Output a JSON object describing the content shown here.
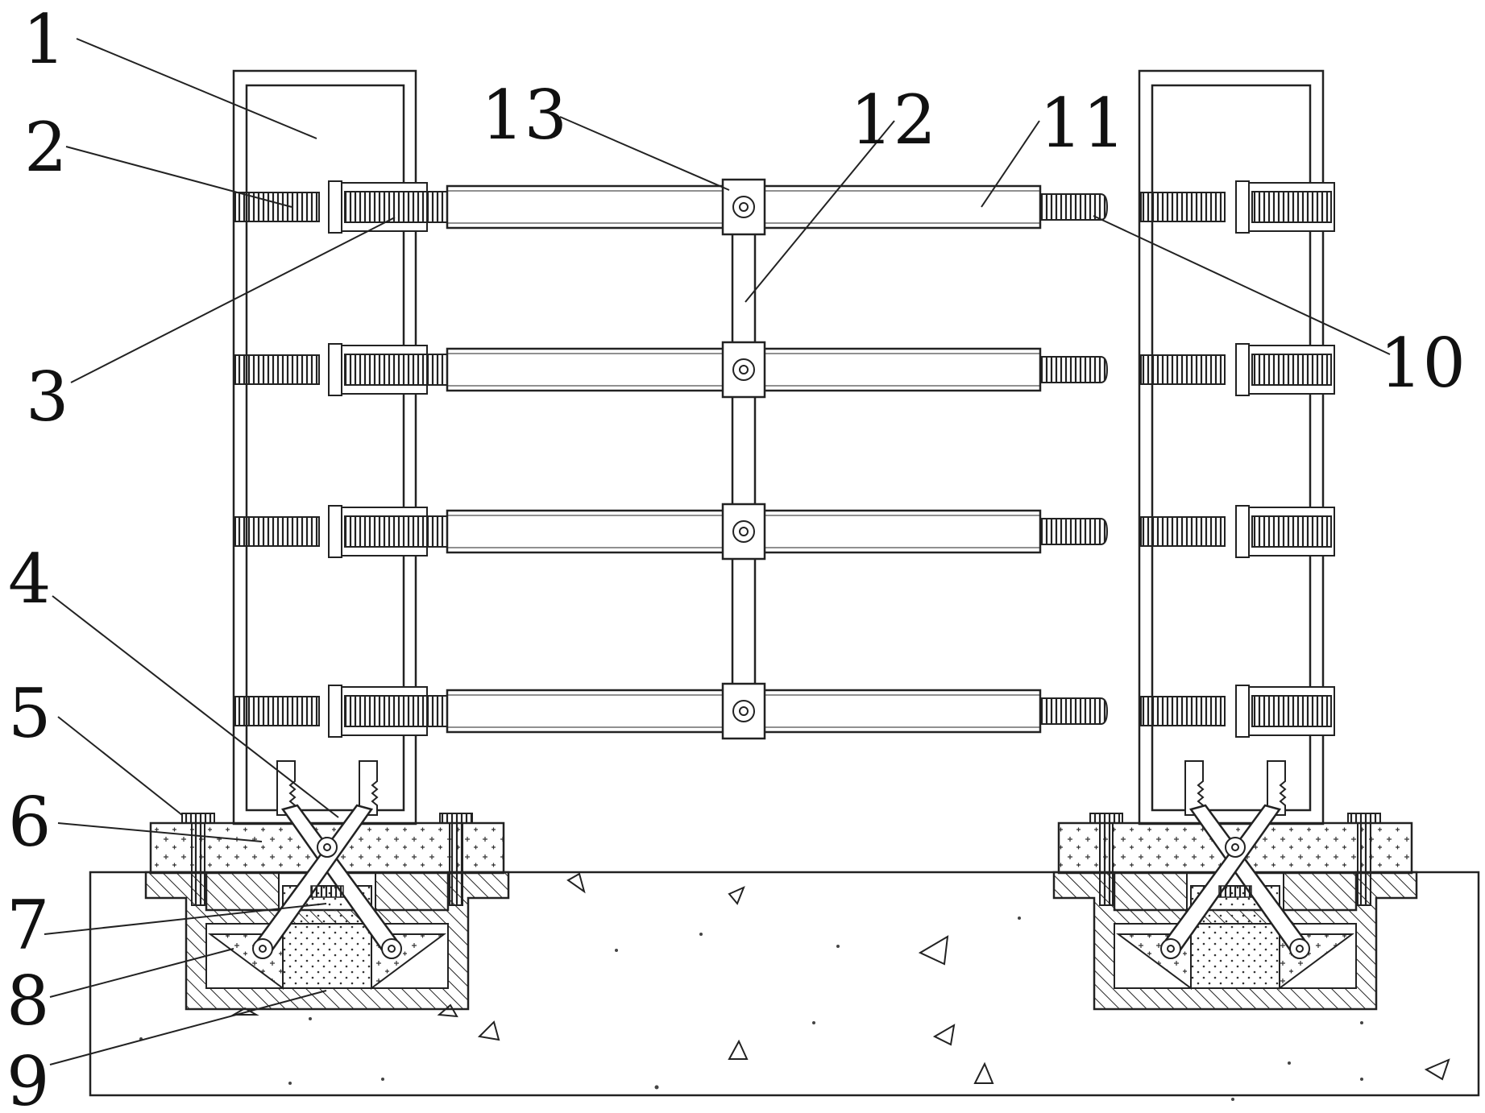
{
  "labels": [
    "1",
    "2",
    "3",
    "4",
    "5",
    "6",
    "7",
    "8",
    "9",
    "10",
    "11",
    "12",
    "13"
  ],
  "colors": {
    "line": "#222222",
    "background": "#ffffff"
  }
}
